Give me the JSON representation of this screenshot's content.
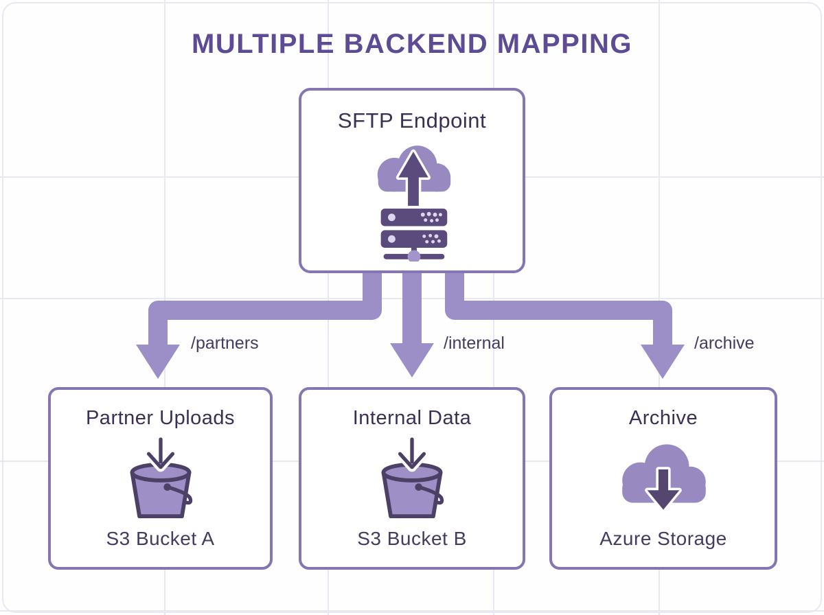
{
  "title": "MULTIPLE BACKEND MAPPING",
  "source_node": {
    "label": "SFTP Endpoint",
    "icon": "cloud-upload-server"
  },
  "routes": [
    {
      "label": "/partners",
      "target": "Partner Uploads"
    },
    {
      "label": "/internal",
      "target": "Internal Data"
    },
    {
      "label": "/archive",
      "target": "Archive"
    }
  ],
  "backend_nodes": [
    {
      "name": "Partner Uploads",
      "storage": "S3 Bucket A",
      "icon": "s3-bucket"
    },
    {
      "name": "Internal Data",
      "storage": "S3 Bucket B",
      "icon": "s3-bucket"
    },
    {
      "name": "Archive",
      "storage": "Azure Storage",
      "icon": "cloud-download"
    }
  ],
  "colors": {
    "title_text": "#5e4b95",
    "heading_text": "#3b2f55",
    "label_text": "#463a62",
    "node_border": "#8576b1",
    "arrow": "#9c8ec6",
    "icon_light_purple": "#9889c1",
    "icon_dark_purple": "#5b4b7c",
    "bucket_outline": "#4d4066",
    "grid_line": "#eae6f3",
    "background": "#fffeff"
  }
}
